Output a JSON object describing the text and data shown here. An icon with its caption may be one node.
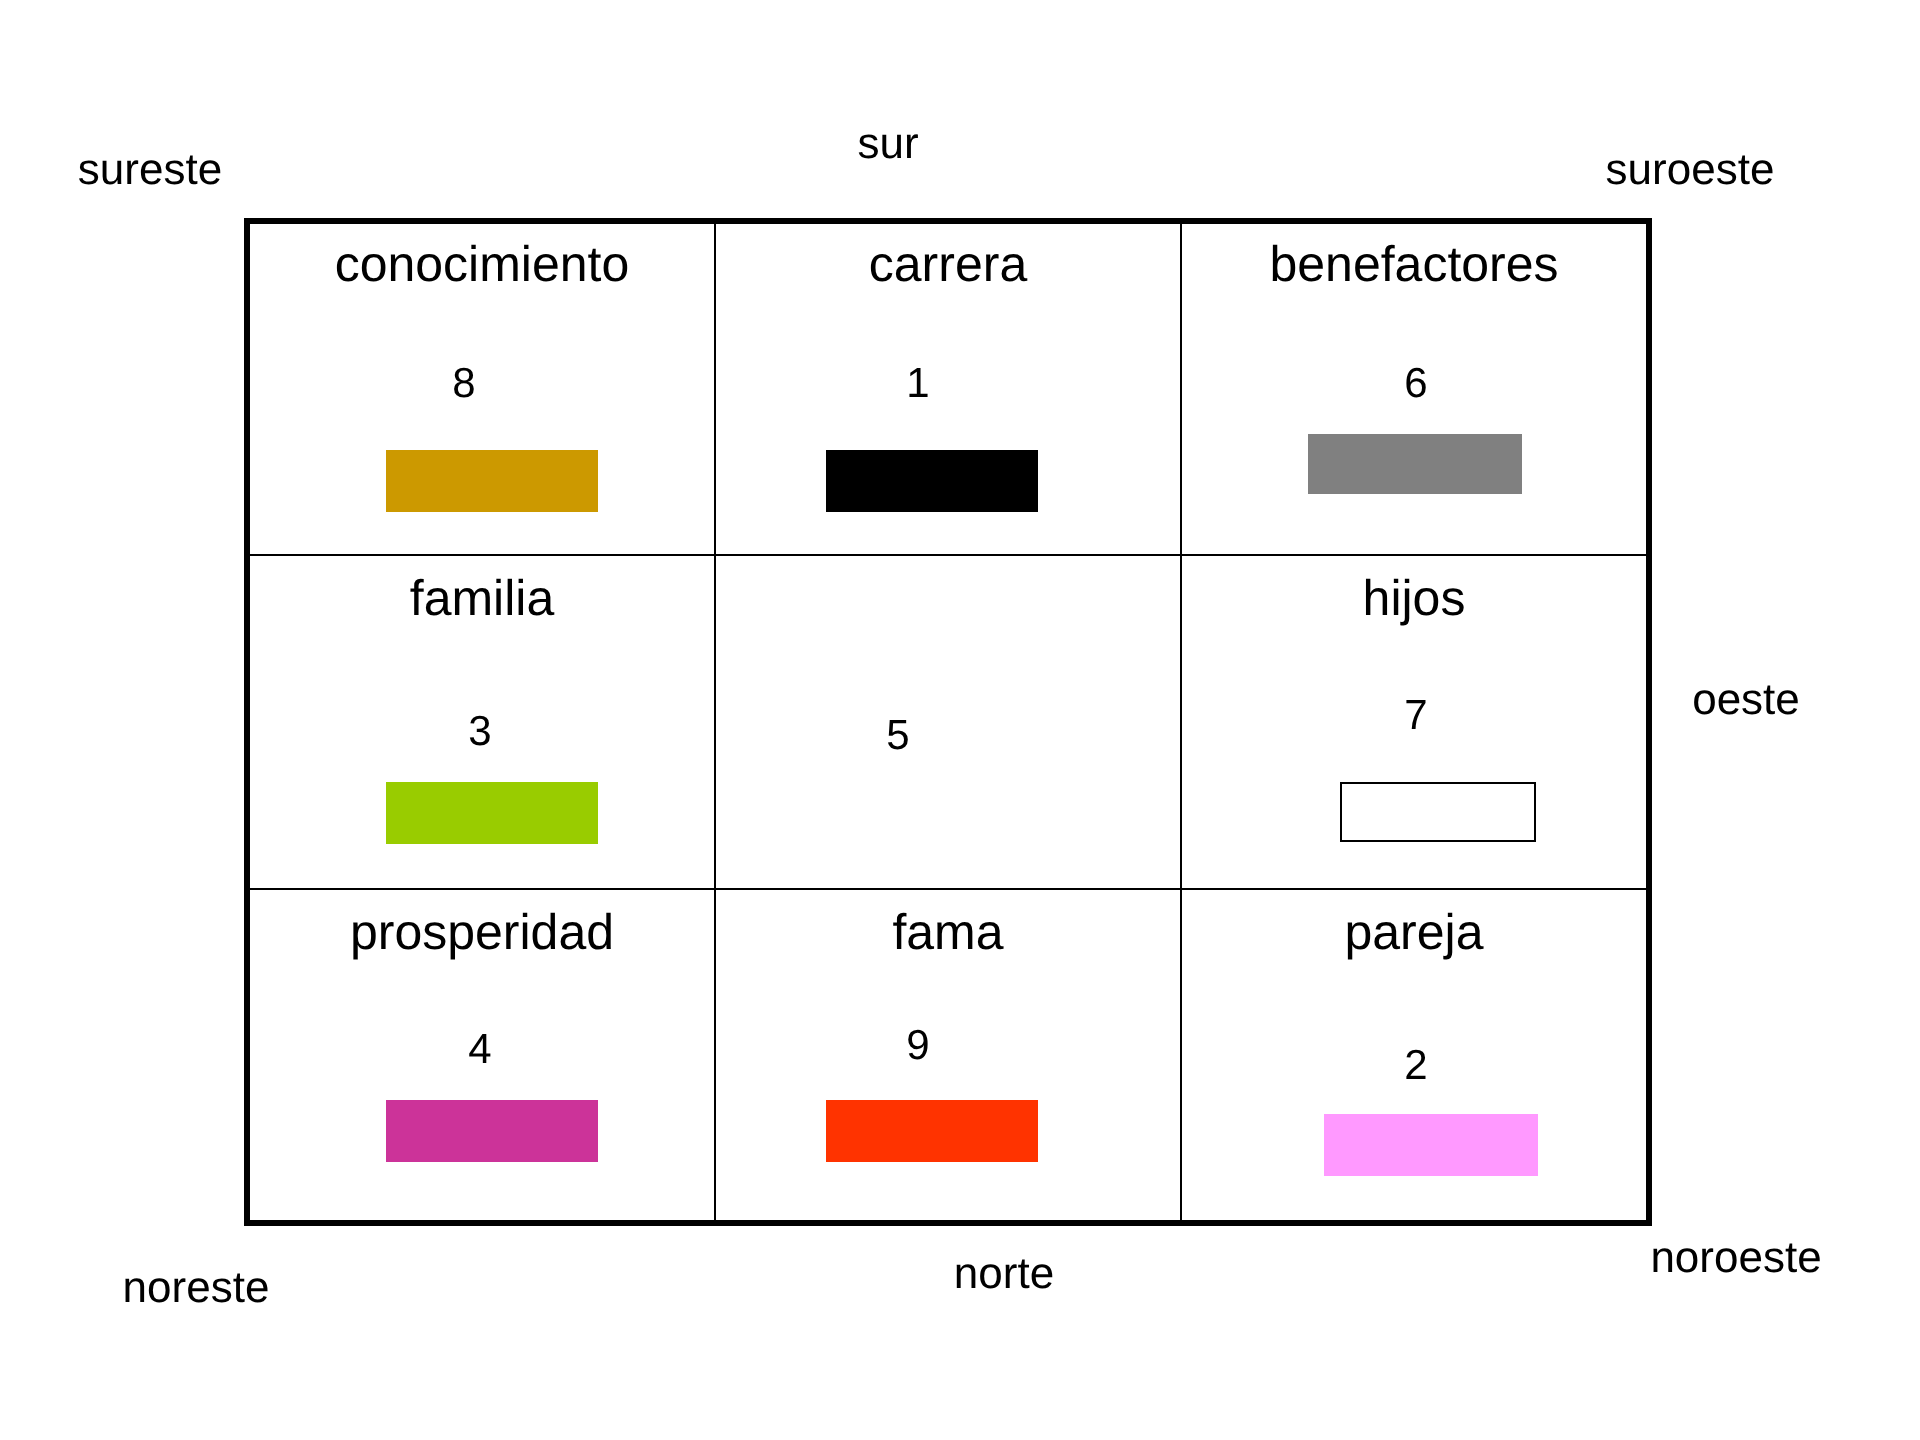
{
  "diagram": {
    "nodes": [
      {
        "text": [
          "conocimiento",
          "8"
        ]
      },
      {
        "text": [
          "carrera",
          "1"
        ]
      },
      {
        "text": [
          "benefactores",
          "6"
        ]
      },
      {
        "text": [
          "familia",
          "3"
        ]
      },
      {
        "text": [
          "5"
        ]
      },
      {
        "text": [
          "hijos",
          "7"
        ]
      },
      {
        "text": [
          "prosperidad",
          "4"
        ]
      },
      {
        "text": [
          "fama",
          "9"
        ]
      },
      {
        "text": [
          "pareja",
          "2"
        ]
      }
    ],
    "labels": [
      "sureste",
      "sur",
      "suroeste",
      "oeste",
      "noreste",
      "norte",
      "noroeste"
    ]
  }
}
